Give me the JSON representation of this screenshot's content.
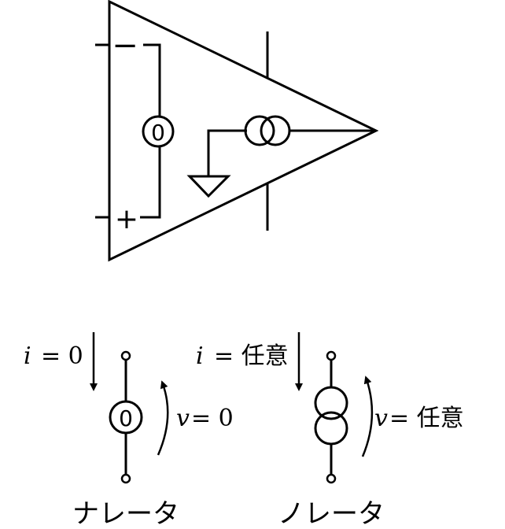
{
  "opamp": {
    "minus_sign": "−",
    "plus_sign": "+",
    "nullator_symbol": "0"
  },
  "nullator": {
    "current_var": "i",
    "current_eq": "= 0",
    "voltage_var": "v",
    "voltage_eq": "= 0",
    "symbol": "0",
    "caption": "ナレータ"
  },
  "norator": {
    "current_var": "i",
    "current_eq": "= 任意",
    "voltage_var": "v",
    "voltage_eq": "= 任意",
    "caption": "ノレータ"
  }
}
